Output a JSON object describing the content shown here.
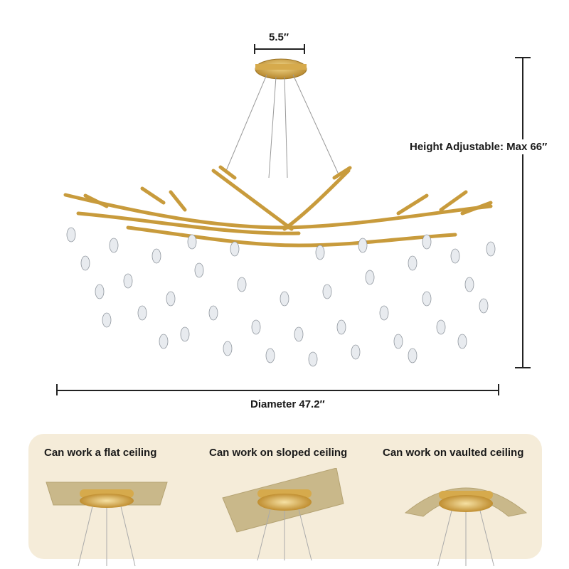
{
  "dimensions": {
    "canopy_width": "5.5″",
    "height": "Height Adjustable: Max 66″",
    "diameter": "Diameter 47.2″"
  },
  "ceiling_types": [
    {
      "caption": "Can work a flat ceiling"
    },
    {
      "caption": "Can work on sloped ceiling"
    },
    {
      "caption": "Can work on vaulted ceiling"
    }
  ],
  "colors": {
    "gold": "#c89b3c",
    "panel_bg": "#f5ecd9",
    "ceiling_plate": "#c9b88a",
    "line": "#222222"
  }
}
